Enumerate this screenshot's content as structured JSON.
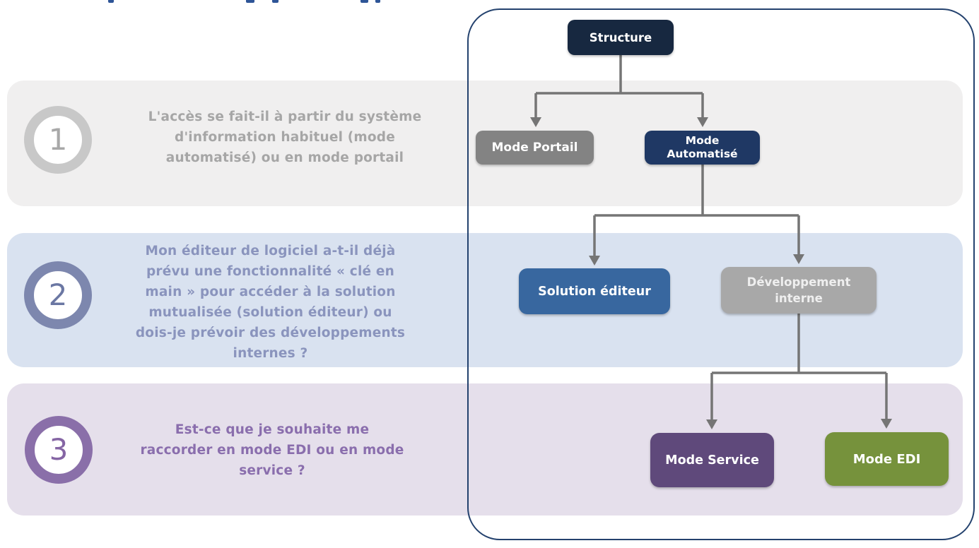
{
  "questions": [
    {
      "number": "1",
      "lines": [
        "L'accès se fait-il à partir du système",
        "d'information habituel (mode",
        "automatisé) ou en mode portail"
      ],
      "band_color": "#F0EFEF",
      "ring_color": "#C8C8C8",
      "number_color": "#A8A8A8",
      "text_color": "#A6A6A6"
    },
    {
      "number": "2",
      "lines": [
        "Mon éditeur de logiciel a-t-il déjà",
        "prévu une fonctionnalité « clé en",
        "main » pour accéder à la solution",
        "mutualisée (solution éditeur) ou",
        "dois-je prévoir des développements",
        "internes ?"
      ],
      "band_color": "#D9E2F0",
      "ring_color": "#7D87AE",
      "number_color": "#6B77A3",
      "text_color": "#8A94BD"
    },
    {
      "number": "3",
      "lines": [
        "Est-ce que je souhaite me",
        "raccorder en mode EDI ou en mode",
        "service ?"
      ],
      "band_color": "#E5DFEB",
      "ring_color": "#8A6FA9",
      "number_color": "#8565A4",
      "text_color": "#8A6EAD"
    }
  ],
  "flowchart": {
    "panel_border_color": "#24426E",
    "connector_color": "#757575",
    "nodes": {
      "structure": {
        "label": "Structure",
        "color": "#172840",
        "text_color": "#FFFFFF"
      },
      "mode_portail": {
        "label": "Mode Portail",
        "color": "#838383",
        "text_color": "#FFFFFF"
      },
      "mode_automatise": {
        "lines": [
          "Mode",
          "Automatisé"
        ],
        "color": "#1F3864",
        "text_color": "#FFFFFF"
      },
      "solution_editeur": {
        "label": "Solution éditeur",
        "color": "#38679F",
        "text_color": "#FFFFFF"
      },
      "developpement_interne": {
        "lines": [
          "Développement",
          "interne"
        ],
        "color": "#A8A8A8",
        "text_color": "#EFEFEF"
      },
      "mode_service": {
        "label": "Mode Service",
        "color": "#5F497B",
        "text_color": "#FFFFFF"
      },
      "mode_edi": {
        "label": "Mode EDI",
        "color": "#76923C",
        "text_color": "#FFFFFF"
      }
    }
  }
}
